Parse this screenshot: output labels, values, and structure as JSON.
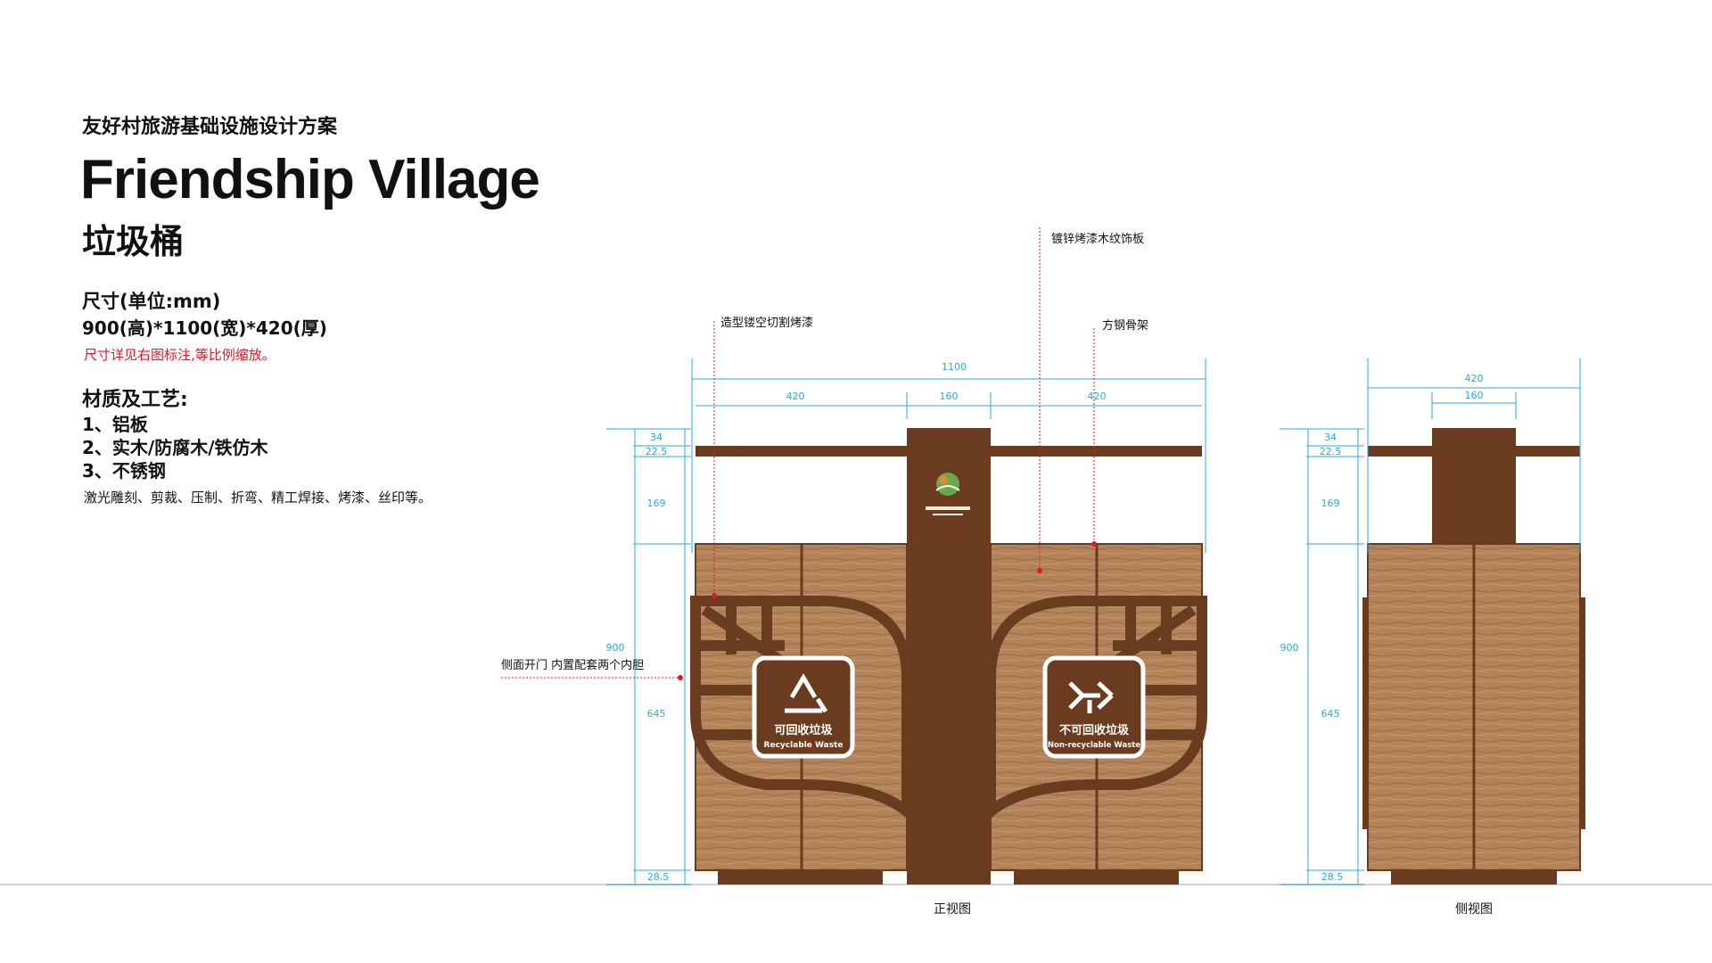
{
  "header": {
    "subtitle": "友好村旅游基础设施设计方案",
    "title": "Friendship Village",
    "product": "垃圾桶"
  },
  "specs": {
    "size_heading": "尺寸(单位:mm)",
    "size_value": "900(高)*1100(宽)*420(厚)",
    "size_note": "尺寸详见右图标注,等比例缩放。",
    "material_heading": "材质及工艺:",
    "materials": [
      "1、铝板",
      "2、实木/防腐木/铁仿木",
      "3、不锈钢"
    ],
    "process": "激光雕刻、剪裁、压制、折弯、精工焊接、烤漆、丝印等。"
  },
  "callouts": {
    "wood_panel": "镀锌烤漆木纹饰板",
    "hollow_cut": "造型镂空切割烤漆",
    "steel_frame": "方钢骨架",
    "side_door": "侧面开门 内置配套两个内胆"
  },
  "front_view": {
    "label": "正视图",
    "width_total": "1100",
    "width_left": "420",
    "width_center": "160",
    "width_right": "420",
    "h_top": "34",
    "h_gap": "22.5",
    "h_upper": "169",
    "h_total": "900",
    "h_body": "645",
    "h_base": "28.5",
    "sign_left": {
      "cn": "可回收垃圾",
      "en": "Recyclable Waste"
    },
    "sign_right": {
      "cn": "不可回收垃圾",
      "en": "Non-recyclable Waste"
    }
  },
  "side_view": {
    "label": "侧视图",
    "width_total": "420",
    "width_center": "160",
    "h_top": "34",
    "h_gap": "22.5",
    "h_upper": "169",
    "h_total": "900",
    "h_body": "645",
    "h_base": "28.5"
  },
  "colors": {
    "brown": "#6b3b20",
    "wood": "#b3835a",
    "dim_line": "#29a8e0",
    "callout": "#e0182d"
  }
}
